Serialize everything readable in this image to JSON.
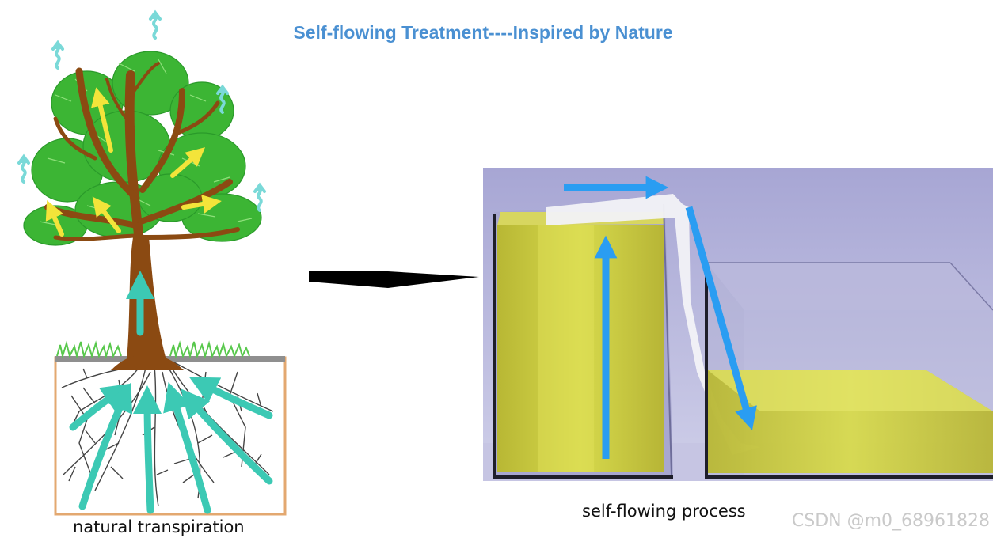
{
  "title": "Self-flowing Treatment----Inspired by Nature",
  "left_caption": "natural transpiration",
  "right_caption": "self-flowing process",
  "watermark": "CSDN @m0_68961828",
  "colors": {
    "title": "#4a90d2",
    "trunk": "#8b4a12",
    "leaves": "#3cb534",
    "root_arrows": "#3cc9b4",
    "sap_arrows": "#f3e43a",
    "vapor": "#7ad9d8",
    "flow_arrows": "#2a9df2",
    "water": "#c9cc35",
    "background_panel": "#a9a8d3"
  }
}
